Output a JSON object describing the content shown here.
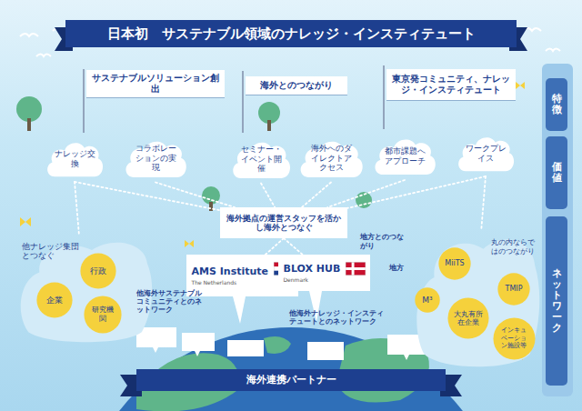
{
  "diagram": {
    "title": "日本初　サステナブル領域のナレッジ・インスティテュート",
    "nodes": [
      {
        "text": [
          "サステナブルソリューション創出"
        ]
      },
      {
        "text": [
          "海外とのつながり"
        ]
      },
      {
        "text": [
          "東京発コミュニティ、ナレッジ・インスティテュート"
        ]
      },
      {
        "text": [
          "ナレッジ交換"
        ]
      },
      {
        "text": [
          "コラボレーションの実現"
        ]
      },
      {
        "text": [
          "セミナー・イベント開催"
        ]
      },
      {
        "text": [
          "海外へのダイレクトアクセス"
        ]
      },
      {
        "text": [
          "都市課題へアプローチ"
        ]
      },
      {
        "text": [
          "ワークプレイス"
        ]
      },
      {
        "text": [
          "海外拠点の運営スタッフを活かし海外とつなぐ"
        ]
      },
      {
        "text": [
          "他ナレッジ集団とつなぐ"
        ]
      },
      {
        "text": [
          "行政"
        ],
        "in": 10
      },
      {
        "text": [
          "企業"
        ],
        "in": 10
      },
      {
        "text": [
          "研究機関"
        ],
        "in": 10
      },
      {
        "text": [
          "AMS Institute",
          "The Netherlands"
        ]
      },
      {
        "text": [
          "BLOX HUB",
          "Denmark"
        ]
      },
      {
        "text": [
          "丸の内ならではのつながり"
        ]
      },
      {
        "text": [
          "MiiTS"
        ],
        "in": 16
      },
      {
        "text": [
          "TMIP"
        ],
        "in": 16
      },
      {
        "text": [
          "M³"
        ],
        "in": 16
      },
      {
        "text": [
          "大丸有所在企業"
        ],
        "in": 16
      },
      {
        "text": [
          "インキュベーション施設等"
        ],
        "in": 16
      },
      {
        "text": [
          "海外連携パートナー"
        ]
      },
      {
        "text": [
          "特徴"
        ]
      },
      {
        "text": [
          "価値"
        ]
      },
      {
        "text": [
          "ネットワーク"
        ]
      }
    ],
    "edges": [
      {
        "from": 3,
        "to": 9,
        "arrow": "none"
      },
      {
        "from": 4,
        "to": 9,
        "arrow": "none"
      },
      {
        "from": 5,
        "to": 9,
        "arrow": "none"
      },
      {
        "from": 6,
        "to": 9,
        "arrow": "none"
      },
      {
        "from": 7,
        "to": 9,
        "arrow": "none"
      },
      {
        "from": 8,
        "to": 9,
        "arrow": "none"
      },
      {
        "from": 3,
        "to": 10,
        "arrow": "none"
      },
      {
        "from": 8,
        "to": 16,
        "arrow": "none"
      },
      {
        "from": 9,
        "to": 14,
        "arrow": "none"
      },
      {
        "from": 9,
        "to": 15,
        "arrow": "none"
      }
    ],
    "labels": [
      "他海外サステナブルコミュニティとのネットワーク",
      "他海外ナレッジ・インスティテュートとのネットワーク",
      "地方とのつながり",
      "地方"
    ]
  }
}
